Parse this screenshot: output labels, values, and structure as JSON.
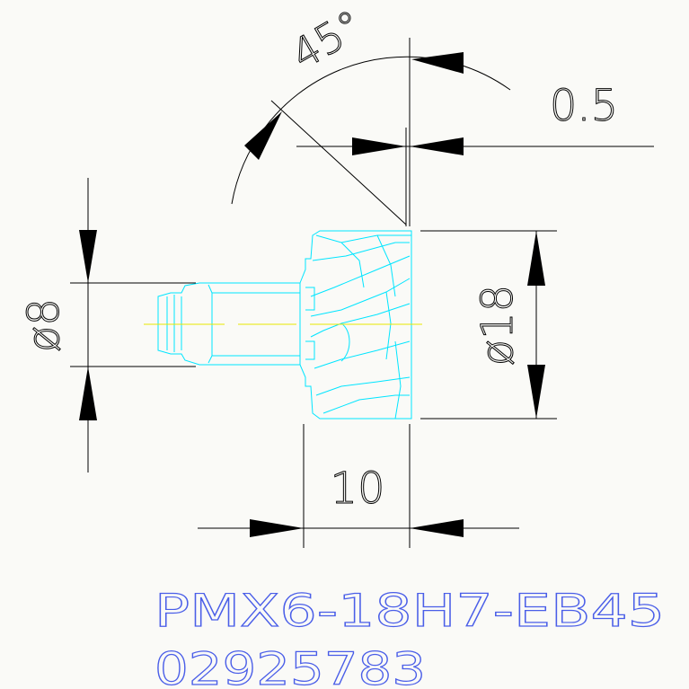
{
  "drawing": {
    "dimensions": {
      "angle": "45°",
      "offset": "0.5",
      "shank_diameter": "ø8",
      "head_diameter": "ø18",
      "head_length": "10"
    },
    "part_number": "PMX6-18H7-EB45",
    "code": "02925783",
    "colors": {
      "tool_outline": "#00e5ff",
      "centerline": "#e8e800",
      "dimension_lines": "#000000",
      "part_text": "#4a5ee8"
    }
  }
}
